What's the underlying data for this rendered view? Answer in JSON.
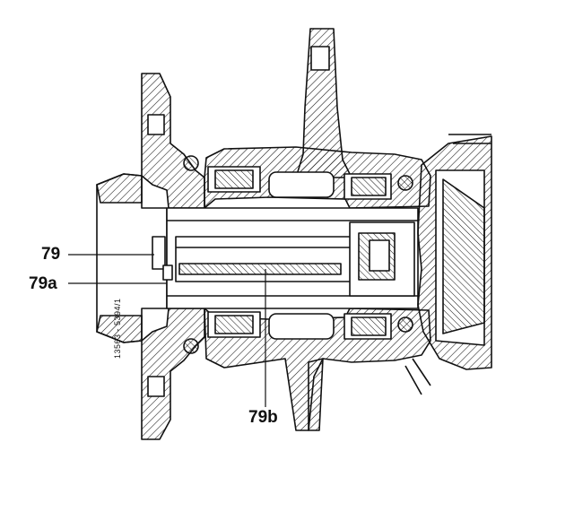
{
  "labels": {
    "part_79": "79",
    "part_79a": "79a",
    "part_79b": "79b",
    "reference_code": "13563 - 5394/1"
  },
  "colors": {
    "ink": "#111111",
    "background": "#ffffff"
  }
}
